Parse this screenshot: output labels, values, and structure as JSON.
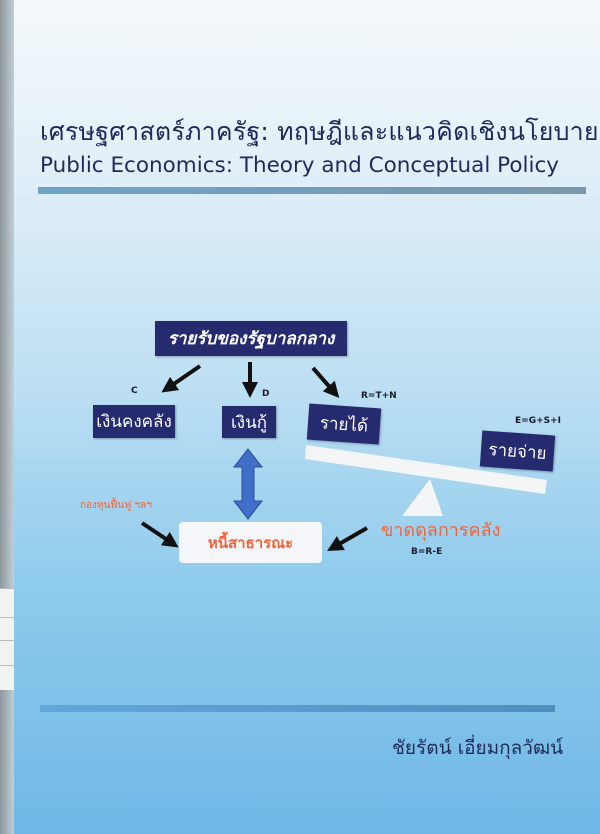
{
  "cover": {
    "title_thai": "เศรษฐศาสตร์ภาครัฐ: ทฤษฎีและแนวคิดเชิงนโยบาย",
    "title_english": "Public Economics: Theory and Conceptual Policy",
    "author": "ชัยรัตน์ เอี่ยมกุลวัฒน์"
  },
  "diagram": {
    "top_box": "รายรับของรัฐบาลกลาง",
    "treasury_box": "เงินคงคลัง",
    "treasury_label": "C",
    "borrowing_box": "เงินกู้",
    "borrowing_label": "D",
    "revenue_box": "รายได้",
    "revenue_formula": "R=T+N",
    "expenditure_box": "รายจ่าย",
    "expenditure_formula": "E=G+S+I",
    "fund_label": "กองทุนฟื้นฟู ฯลฯ",
    "public_debt_box": "หนี้สาธารณะ",
    "deficit_label": "ขาดดุลการคลัง",
    "deficit_formula": "B=R-E"
  },
  "colors": {
    "navy": "#262a6e",
    "orange": "#f0643a",
    "arrow_blue": "#3f6fc8"
  }
}
